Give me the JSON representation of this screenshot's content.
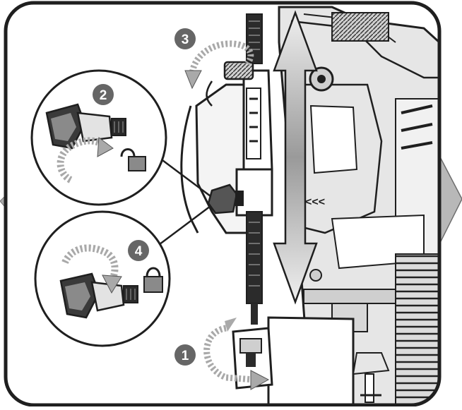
{
  "steps": [
    {
      "number": "1",
      "action": "rotate"
    },
    {
      "number": "2",
      "action": "loosen"
    },
    {
      "number": "3",
      "action": "rotate"
    },
    {
      "number": "4",
      "action": "tighten"
    }
  ],
  "icons": {
    "unlocked": "padlock-open-icon",
    "locked": "padlock-closed-icon",
    "next_page": "arrow-right-icon",
    "previous_page": "arrow-left-icon"
  },
  "housing_marking": "<<<",
  "colors": {
    "outline": "#1f1f1f",
    "step_badge": "#666666",
    "arrow_gray": "#a9a9a9",
    "housing_light": "#e6e6e6"
  }
}
